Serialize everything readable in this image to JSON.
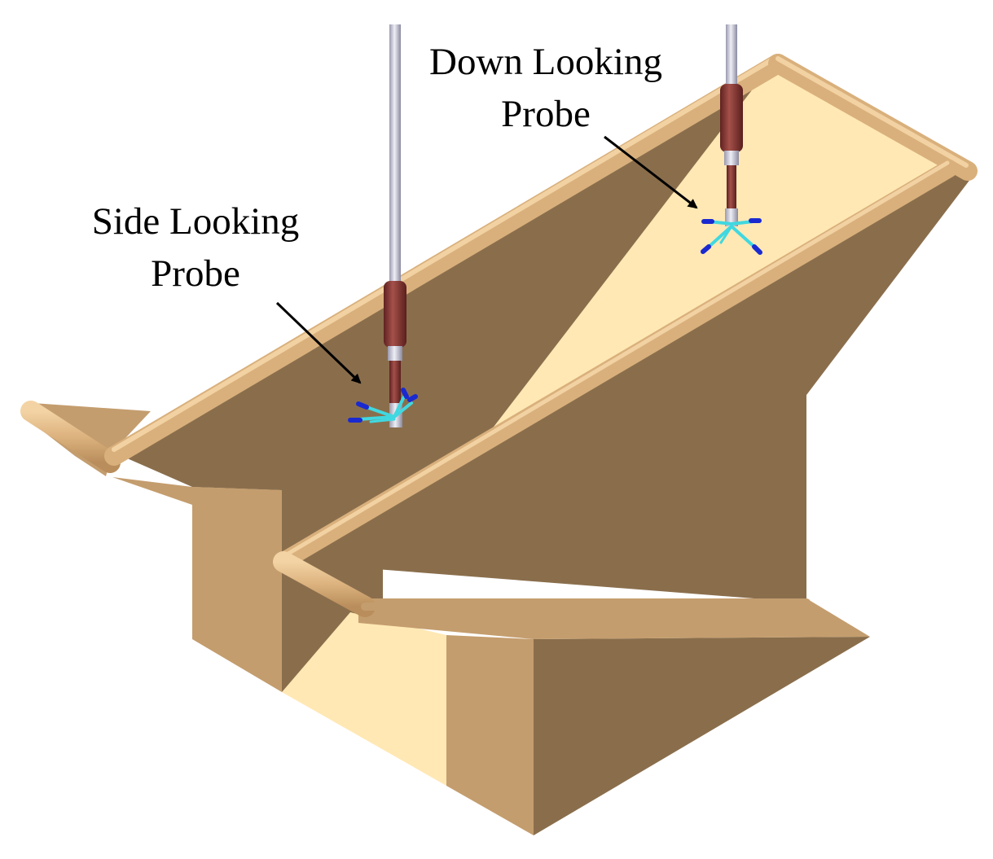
{
  "labels": {
    "down_probe": {
      "line1": "Down Looking",
      "line2": "Probe"
    },
    "side_probe": {
      "line1": "Side Looking",
      "line2": "Probe"
    }
  },
  "colors": {
    "wall_dark": "#8a6e4c",
    "wall_mid": "#c49d6e",
    "floor_light": "#ffe8b4",
    "rail": "#d9b07c",
    "probe_body": "#8b3a36",
    "probe_stem": "#c8c8d4",
    "sensor_arm": "#40d8e0",
    "sensor_tip": "#1a2ad0",
    "arrow": "#000000"
  }
}
